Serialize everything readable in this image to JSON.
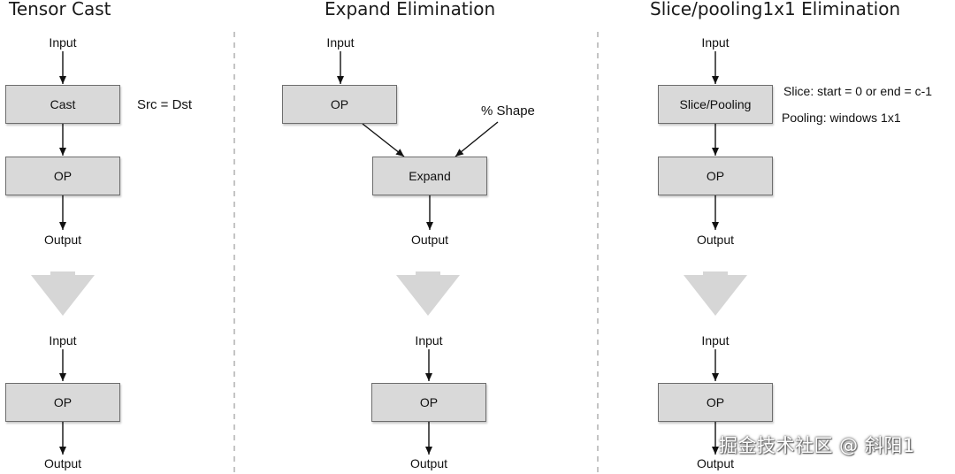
{
  "panels": [
    {
      "title": "Tensor Cast",
      "before": {
        "input": "Input",
        "boxes": [
          "Cast",
          "OP"
        ],
        "output": "Output",
        "note": "Src = Dst"
      },
      "after": {
        "input": "Input",
        "box": "OP",
        "output": "Output"
      }
    },
    {
      "title": "Expand Elimination",
      "before": {
        "input": "Input",
        "boxes": [
          "OP",
          "Expand"
        ],
        "output": "Output",
        "note": "% Shape"
      },
      "after": {
        "input": "Input",
        "box": "OP",
        "output": "Output"
      }
    },
    {
      "title": "Slice/pooling1x1 Elimination",
      "before": {
        "input": "Input",
        "boxes": [
          "Slice/Pooling",
          "OP"
        ],
        "output": "Output",
        "notes": [
          "Slice: start = 0 or end = c-1",
          "Pooling: windows 1x1"
        ]
      },
      "after": {
        "input": "Input",
        "box": "OP",
        "output": "Output"
      }
    }
  ],
  "watermark": "掘金技术社区 @ 斜阳1",
  "colors": {
    "box_fill": "#d9d9d9",
    "box_border": "#6d6d6d",
    "big_arrow": "#d6d6d6",
    "divider": "#c4c4c4"
  }
}
